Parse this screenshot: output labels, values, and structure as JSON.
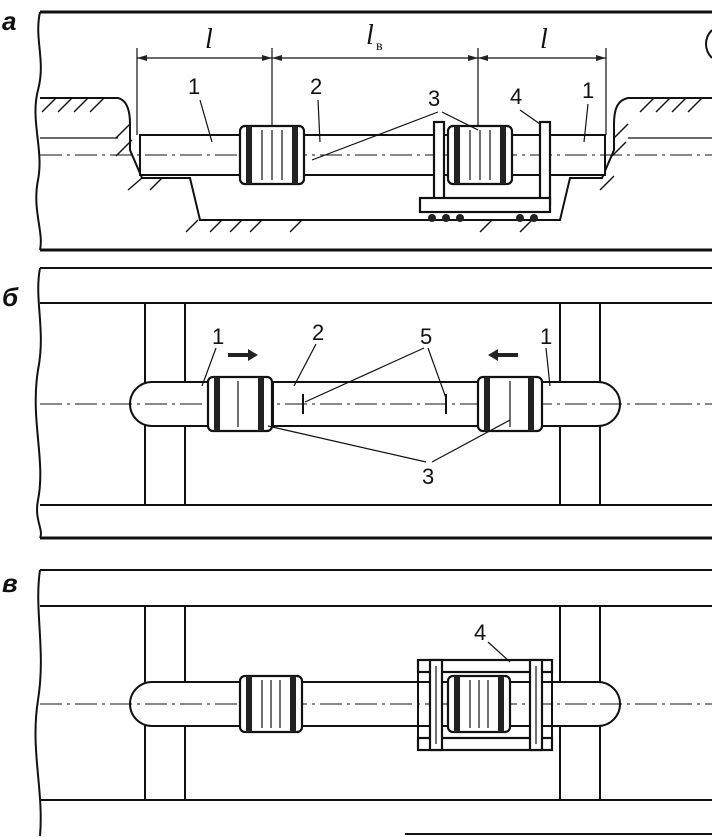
{
  "panels": [
    {
      "key": "a",
      "label": "а",
      "name": "side-view"
    },
    {
      "key": "b",
      "label": "б",
      "name": "top-view-before"
    },
    {
      "key": "c",
      "label": "в",
      "name": "top-view-after"
    }
  ],
  "dimensions": {
    "l_left": "l",
    "l_insert": "l",
    "l_insert_sub": "в",
    "l_right": "l"
  },
  "callouts": {
    "a": {
      "pipe_left": "1",
      "insert": "2",
      "couplings": "3",
      "device": "4",
      "pipe_right": "1"
    },
    "b": {
      "pipe_left": "1",
      "insert": "2",
      "marks": "5",
      "couplings": "3",
      "pipe_right": "1"
    },
    "c": {
      "device": "4"
    }
  },
  "arrows": {
    "b": [
      "right",
      "left"
    ]
  },
  "colors": {
    "ink": "#111111",
    "paper": "#ffffff",
    "coupling_band": "#222222"
  }
}
